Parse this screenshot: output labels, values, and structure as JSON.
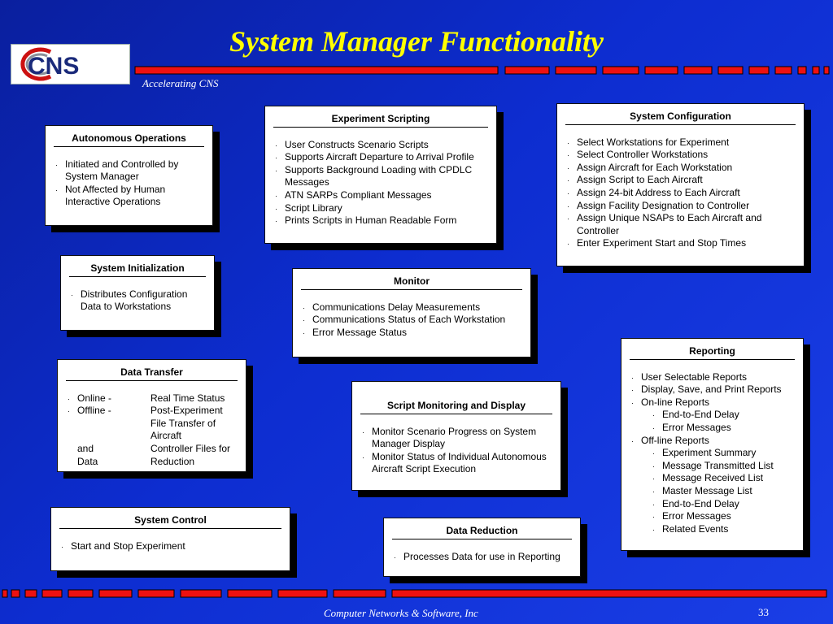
{
  "header": {
    "title": "System Manager Functionality",
    "tagline": "Accelerating CNS",
    "logo_text": "CNS"
  },
  "footer": {
    "company": "Computer Networks & Software, Inc",
    "page_number": "33"
  },
  "colors": {
    "background": "#1133cc",
    "title": "#ffff00",
    "decor_bar": "#ee1111",
    "box": "#ffffff"
  },
  "boxes": {
    "autonomous_operations": {
      "title": "Autonomous Operations",
      "items": [
        "Initiated and Controlled by System Manager",
        "Not Affected by Human Interactive Operations"
      ]
    },
    "experiment_scripting": {
      "title": "Experiment Scripting",
      "items": [
        "User Constructs Scenario Scripts",
        "Supports Aircraft Departure to Arrival Profile",
        "Supports Background Loading with CPDLC Messages",
        "ATN SARPs Compliant Messages",
        "Script Library",
        "Prints Scripts in Human Readable Form"
      ]
    },
    "system_configuration": {
      "title": "System Configuration",
      "items": [
        "Select Workstations for Experiment",
        "Select Controller Workstations",
        "Assign Aircraft for Each Workstation",
        "Assign Script to Each Aircraft",
        "Assign 24-bit Address to Each Aircraft",
        "Assign Facility Designation to Controller",
        "Assign Unique NSAPs to Each Aircraft and Controller",
        "Enter Experiment Start and Stop Times"
      ]
    },
    "system_initialization": {
      "title": "System Initialization",
      "items": [
        "Distributes Configuration Data to Workstations"
      ]
    },
    "monitor": {
      "title": "Monitor",
      "items": [
        "Communications Delay Measurements",
        "Communications Status of Each Workstation",
        "Error Message Status"
      ]
    },
    "data_transfer": {
      "title": "Data Transfer",
      "rows": [
        {
          "a": "Online -",
          "b": "Real Time Status"
        },
        {
          "a": "Offline -",
          "b": "Post-Experiment File Transfer of Aircraft"
        },
        {
          "a": "and",
          "b": "Controller Files for"
        },
        {
          "a": "Data",
          "b": "Reduction"
        }
      ]
    },
    "script_monitoring": {
      "title": "Script Monitoring and Display",
      "items": [
        "Monitor Scenario Progress on System Manager Display",
        "Monitor Status of Individual Autonomous Aircraft Script Execution"
      ]
    },
    "reporting": {
      "title": "Reporting",
      "items": [
        "User Selectable Reports",
        "Display, Save, and Print Reports",
        "On-line Reports"
      ],
      "online_sub": [
        "End-to-End Delay",
        "Error Messages"
      ],
      "offline_label": "Off-line Reports",
      "offline_sub": [
        "Experiment Summary",
        "Message Transmitted List",
        "Message Received List",
        "Master Message List",
        "End-to-End Delay",
        "Error Messages",
        "Related Events"
      ]
    },
    "system_control": {
      "title": "System Control",
      "items": [
        "Start and Stop Experiment"
      ]
    },
    "data_reduction": {
      "title": "Data Reduction",
      "items": [
        "Processes Data for use in Reporting"
      ]
    }
  }
}
